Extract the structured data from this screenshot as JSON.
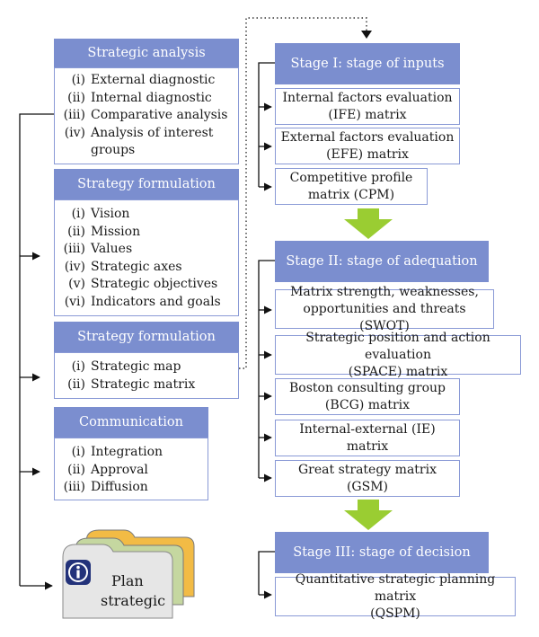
{
  "left": {
    "strategic_analysis": {
      "title": "Strategic analysis",
      "items": [
        {
          "n": "(i)",
          "t": "External diagnostic"
        },
        {
          "n": "(ii)",
          "t": "Internal diagnostic"
        },
        {
          "n": "(iii)",
          "t": "Comparative analysis"
        },
        {
          "n": "(iv)",
          "t": "Analysis of interest"
        },
        {
          "n": "",
          "t": "groups"
        }
      ]
    },
    "strategy_formulation_1": {
      "title": "Strategy formulation",
      "items": [
        {
          "n": "(i)",
          "t": "Vision"
        },
        {
          "n": "(ii)",
          "t": "Mission"
        },
        {
          "n": "(iii)",
          "t": "Values"
        },
        {
          "n": "(iv)",
          "t": "Strategic axes"
        },
        {
          "n": "(v)",
          "t": "Strategic objectives"
        },
        {
          "n": "(vi)",
          "t": "Indicators and goals"
        }
      ]
    },
    "strategy_formulation_2": {
      "title": "Strategy formulation",
      "items": [
        {
          "n": "(i)",
          "t": "Strategic map"
        },
        {
          "n": "(ii)",
          "t": "Strategic matrix"
        }
      ]
    },
    "communication": {
      "title": "Communication",
      "items": [
        {
          "n": "(i)",
          "t": "Integration"
        },
        {
          "n": "(ii)",
          "t": "Approval"
        },
        {
          "n": "(iii)",
          "t": "Diffusion"
        }
      ]
    },
    "plan": {
      "line1": "Plan",
      "line2": "strategic"
    }
  },
  "right": {
    "stage1": {
      "title": "Stage I: stage of inputs",
      "boxes": [
        {
          "l1": "Internal factors evaluation",
          "l2": "(IFE) matrix"
        },
        {
          "l1": "External factors evaluation",
          "l2": "(EFE) matrix"
        },
        {
          "l1": "Competitive profile",
          "l2": "matrix (CPM)"
        }
      ]
    },
    "stage2": {
      "title": "Stage II: stage of adequation",
      "boxes": [
        {
          "l1": "Matrix strength, weaknesses,",
          "l2": "opportunities and threats (SWOT)"
        },
        {
          "l1": "Strategic position and action evaluation",
          "l2": "(SPACE) matrix"
        },
        {
          "l1": "Boston consulting group",
          "l2": "(BCG) matrix"
        },
        {
          "l1": "Internal-external (IE)",
          "l2": "matrix"
        },
        {
          "l1": "Great strategy matrix",
          "l2": "(GSM)"
        }
      ]
    },
    "stage3": {
      "title": "Stage III: stage of decision",
      "boxes": [
        {
          "l1": "Quantitative strategic planning matrix",
          "l2": "(QSPM)"
        }
      ]
    }
  },
  "colors": {
    "header": "#7b8ecf",
    "border": "#8a9ad6",
    "arrow_green": "#9acd32",
    "folder_gold": "#f2bb45",
    "folder_green": "#c5d7a0",
    "folder_front": "#e6e6e6",
    "info_icon": "#23327a"
  },
  "icons": {
    "info": "info-icon",
    "folder": "folder-stack-icon"
  }
}
